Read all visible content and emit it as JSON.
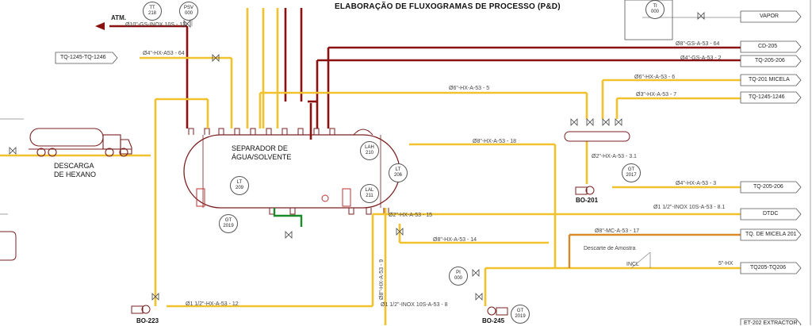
{
  "title": "ELABORAÇÃO DE FLUXOGRAMAS DE PROCESSO (P&D)",
  "vessel_label": "SEPARADOR DE\nÁGUA/SOLVENTE",
  "truck_label": "DESCARGA\nDE HEXANO",
  "atm_label": "ATM.",
  "instruments": [
    {
      "tag": "TT",
      "num": "218"
    },
    {
      "tag": "PSV",
      "num": "000"
    },
    {
      "tag": "TI",
      "num": "000"
    },
    {
      "tag": "LT",
      "num": "209"
    },
    {
      "tag": "GT",
      "num": "2019"
    },
    {
      "tag": "LAH",
      "num": "210"
    },
    {
      "tag": "LAL",
      "num": "211"
    },
    {
      "tag": "LT",
      "num": "206"
    },
    {
      "tag": "GT",
      "num": "2017"
    },
    {
      "tag": "PI",
      "num": "000"
    },
    {
      "tag": "GT",
      "num": "2019"
    }
  ],
  "pumps": {
    "p1": "BO-201",
    "p2": "BO-223",
    "p3": "BO-245"
  },
  "line_labels": {
    "gs_inox": "Ø10\"-GS-INOX 10S - 13",
    "hx_64": "Ø4\"-HX-A53 - 64",
    "gs_64": "Ø8\"-GS-A-53 - 64",
    "gs_2": "Ø4\"-GS-A-53 - 2",
    "hx_6": "Ø6\"-HX-A-53 - 6",
    "hx_5": "Ø6\"-HX-A-53 - 5",
    "hx_7": "Ø3\"-HX-A-53 - 7",
    "hx_18": "Ø8\"-HX-A-53 - 18",
    "hx_31": "Ø2\"-HX-A-53 - 3.1",
    "hx_3": "Ø4\"-HX-A-53 - 3",
    "inox_81": "Ø1 1/2\"-INOX 10S-A-53 - 8.1",
    "mc_17": "Ø8\"-MC-A-53 - 17",
    "hx_14": "Ø8\"-HX-A-53 - 14",
    "hx_15": "Ø2\"-HX-A-53 - 15",
    "hx_12": "Ø1 1/2\"-HX-A-53 - 12",
    "inox_8": "Ø1 1/2\"-INOX 10S-A-53 - 8",
    "hx_9": "Ø8\"-HX-A-53 - 9"
  },
  "tags": {
    "vapor": "VAPOR",
    "tq1245_left": "TQ-1245-TQ-1246",
    "cd205": "CD-205",
    "tq205_206": "TQ-205-206",
    "tq201_micela": "TQ-201 MICELA",
    "tq1245_right": "TQ-1245-1246",
    "tq205_206b": "TQ-205-206",
    "dtdc": "DTDC",
    "tq_micela_201": "TQ. DE MICELA 201",
    "tq205_tq206": "TQ205-TQ206",
    "extractor": "ET-202 EXTRACTOR"
  },
  "misc": {
    "descarte": "Descarte de Amostra",
    "incl": "INCL",
    "m": "5\"-HX"
  }
}
